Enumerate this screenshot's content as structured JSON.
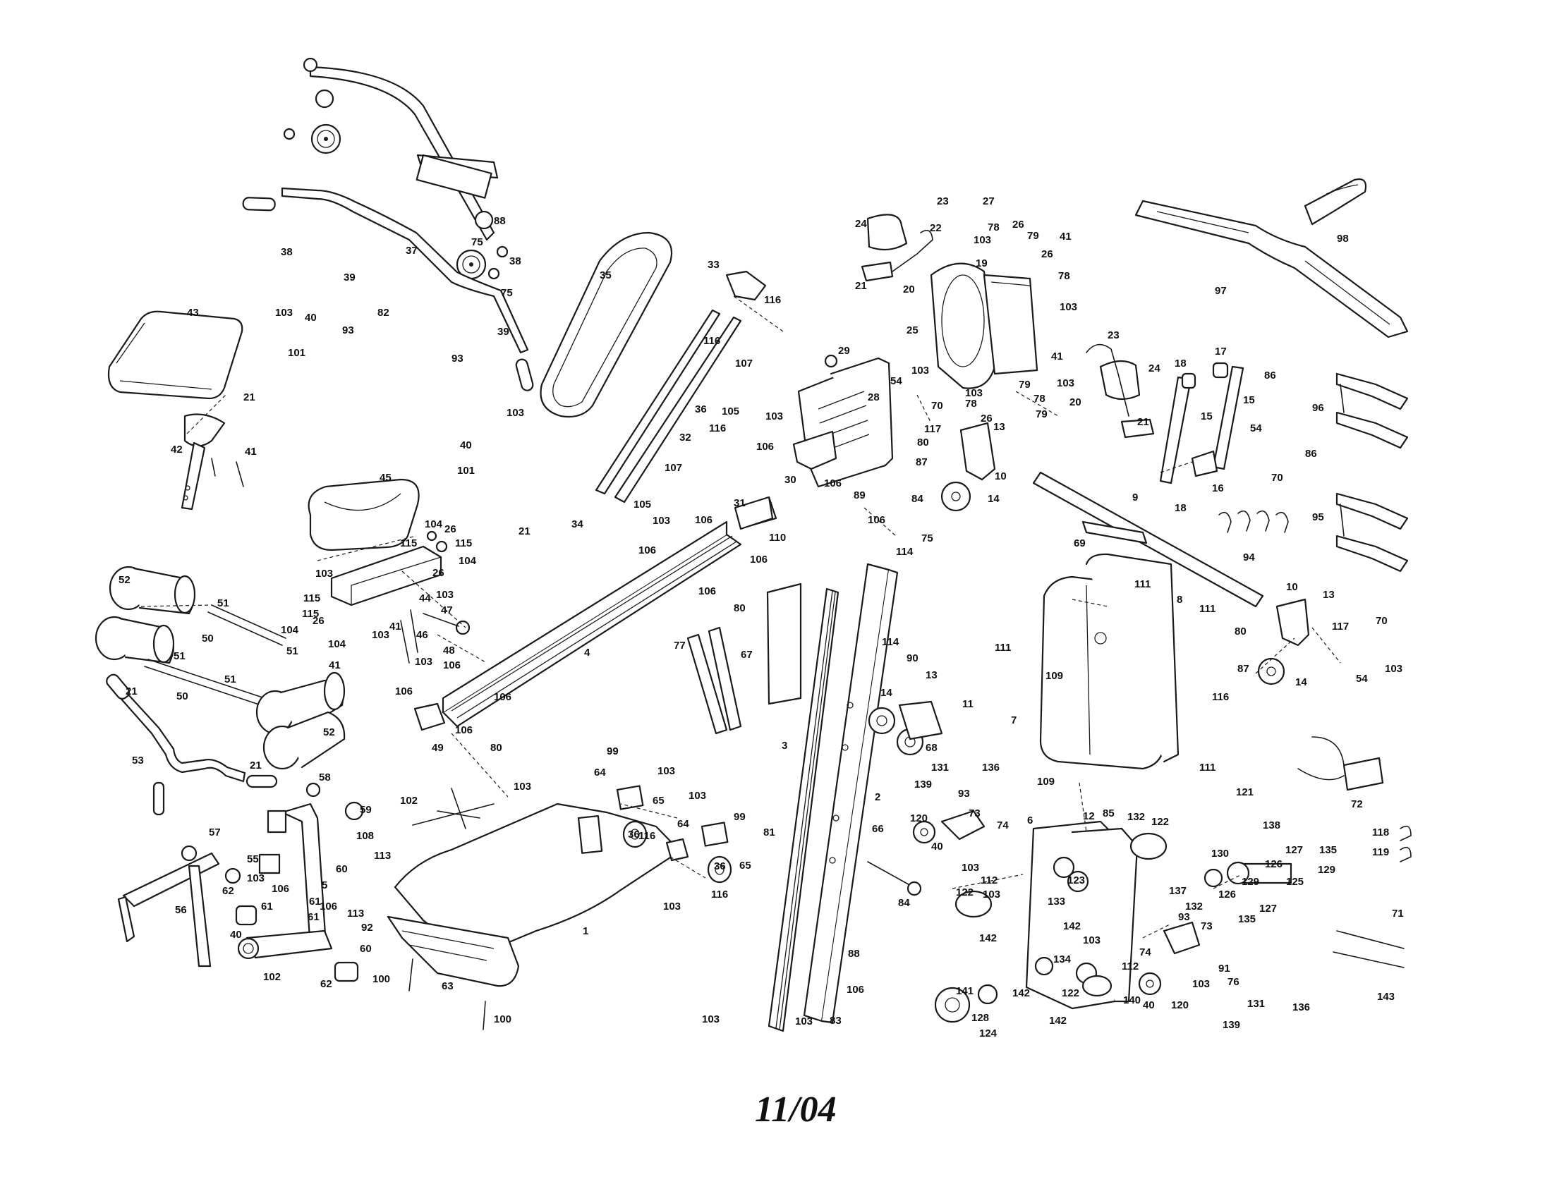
{
  "footer": {
    "date": "11/04"
  },
  "callouts": {
    "c1": "1",
    "c2": "2",
    "c3": "3",
    "c4": "4",
    "c5": "5",
    "c6": "6",
    "c7": "7",
    "c8": "8",
    "c9": "9",
    "c10": "10",
    "c11": "11",
    "c12": "12",
    "c13": "13",
    "c14": "14",
    "c15": "15",
    "c16": "16",
    "c17": "17",
    "c18": "18",
    "c19": "19",
    "c20": "20",
    "c21": "21",
    "c22": "22",
    "c23": "23",
    "c24": "24",
    "c25": "25",
    "c26": "26",
    "c27": "27",
    "c28": "28",
    "c29": "29",
    "c30": "30",
    "c31": "31",
    "c32": "32",
    "c33": "33",
    "c34": "34",
    "c35": "35",
    "c36": "36",
    "c37": "37",
    "c38": "38",
    "c39": "39",
    "c40": "40",
    "c41": "41",
    "c42": "42",
    "c43": "43",
    "c44": "44",
    "c45": "45",
    "c46": "46",
    "c47": "47",
    "c48": "48",
    "c49": "49",
    "c50": "50",
    "c51": "51",
    "c52": "52",
    "c53": "53",
    "c54": "54",
    "c55": "55",
    "c56": "56",
    "c57": "57",
    "c58": "58",
    "c59": "59",
    "c60": "60",
    "c61": "61",
    "c62": "62",
    "c63": "63",
    "c64": "64",
    "c65": "65",
    "c66": "66",
    "c67": "67",
    "c68": "68",
    "c69": "69",
    "c70": "70",
    "c71": "71",
    "c72": "72",
    "c73": "73",
    "c74": "74",
    "c75": "75",
    "c76": "76",
    "c77": "77",
    "c78": "78",
    "c79": "79",
    "c80": "80",
    "c81": "81",
    "c82": "82",
    "c83": "83",
    "c84": "84",
    "c85": "85",
    "c86": "86",
    "c87": "87",
    "c88": "88",
    "c89": "89",
    "c90": "90",
    "c91": "91",
    "c92": "92",
    "c93": "93",
    "c94": "94",
    "c95": "95",
    "c96": "96",
    "c97": "97",
    "c98": "98",
    "c99": "99",
    "c100": "100",
    "c101": "101",
    "c102": "102",
    "c103": "103",
    "c104": "104",
    "c105": "105",
    "c106": "106",
    "c107": "107",
    "c108": "108",
    "c109": "109",
    "c110": "110",
    "c111": "111",
    "c112": "112",
    "c113": "113",
    "c114": "114",
    "c115": "115",
    "c116": "116",
    "c117": "117",
    "c118": "118",
    "c119": "119",
    "c120": "120",
    "c121": "121",
    "c122": "122",
    "c123": "123",
    "c124": "124",
    "c125": "125",
    "c126": "126",
    "c127": "127",
    "c128": "128",
    "c129": "129",
    "c130": "130",
    "c131": "131",
    "c132": "132",
    "c133": "133",
    "c134": "134",
    "c135": "135",
    "c136": "136",
    "c137": "137",
    "c138": "138",
    "c139": "139",
    "c140": "140",
    "c141": "141",
    "c142": "142",
    "c143": "143"
  }
}
